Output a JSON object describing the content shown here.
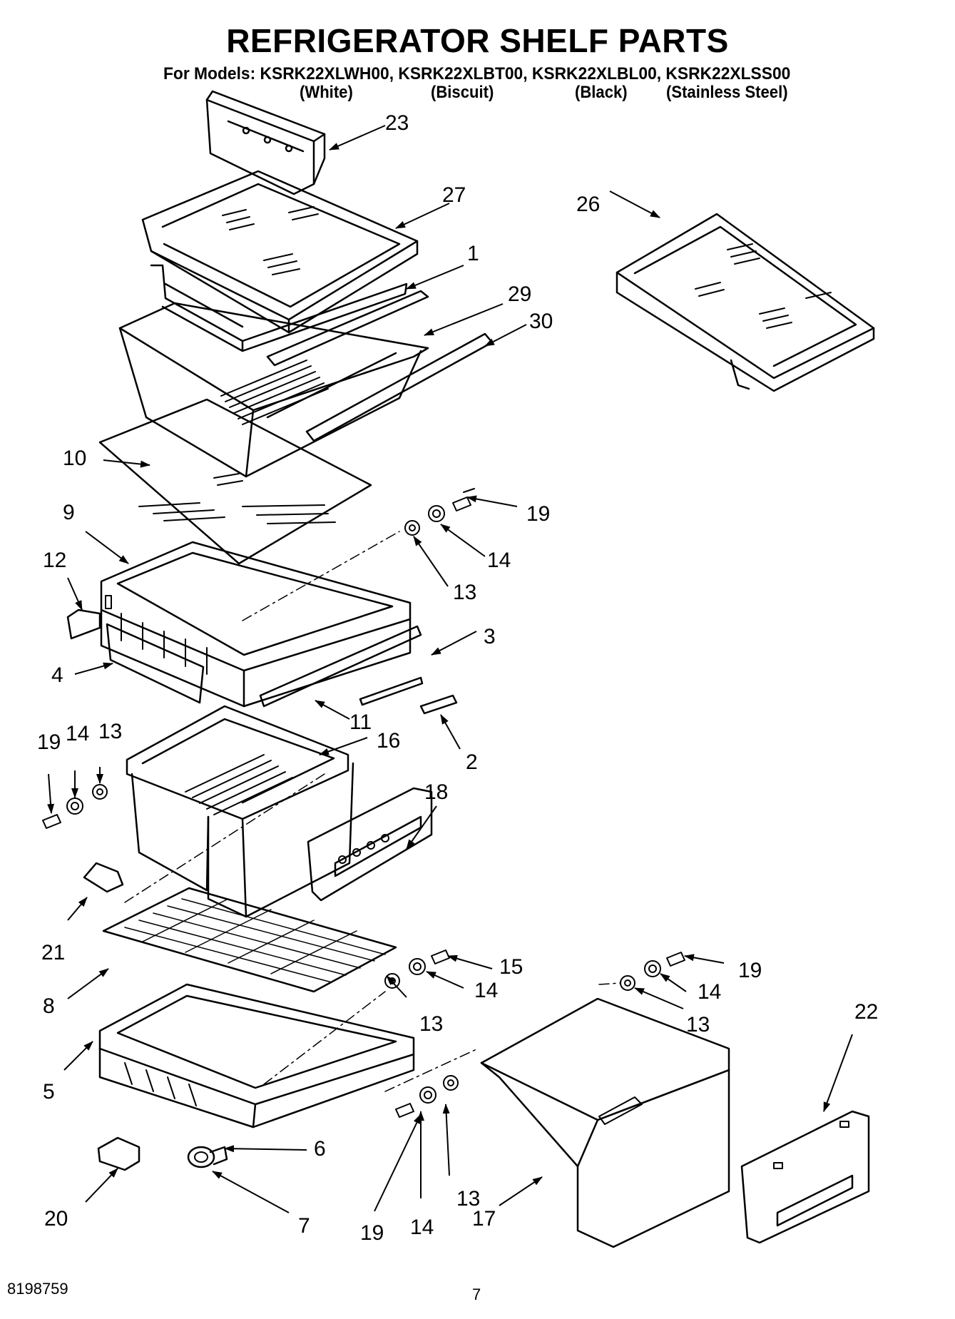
{
  "header": {
    "title": "REFRIGERATOR SHELF PARTS",
    "models_line": "For Models: KSRK22XLWH00, KSRK22XLBT00, KSRK22XLBL00, KSRK22XLSS00",
    "variants": [
      "(White)",
      "(Biscuit)",
      "(Black)",
      "(Stainless Steel)"
    ]
  },
  "callouts": [
    {
      "id": "c23",
      "text": "23"
    },
    {
      "id": "c27",
      "text": "27"
    },
    {
      "id": "c26",
      "text": "26"
    },
    {
      "id": "c1",
      "text": "1"
    },
    {
      "id": "c29",
      "text": "29"
    },
    {
      "id": "c30",
      "text": "30"
    },
    {
      "id": "c10",
      "text": "10"
    },
    {
      "id": "c19a",
      "text": "19"
    },
    {
      "id": "c9",
      "text": "9"
    },
    {
      "id": "c14a",
      "text": "14"
    },
    {
      "id": "c12",
      "text": "12"
    },
    {
      "id": "c13a",
      "text": "13"
    },
    {
      "id": "c3",
      "text": "3"
    },
    {
      "id": "c4",
      "text": "4"
    },
    {
      "id": "c11",
      "text": "11"
    },
    {
      "id": "c2",
      "text": "2"
    },
    {
      "id": "c19b",
      "text": "19"
    },
    {
      "id": "c14b",
      "text": "14"
    },
    {
      "id": "c13b",
      "text": "13"
    },
    {
      "id": "c16",
      "text": "16"
    },
    {
      "id": "c18",
      "text": "18"
    },
    {
      "id": "c21",
      "text": "21"
    },
    {
      "id": "c15",
      "text": "15"
    },
    {
      "id": "c14c",
      "text": "14"
    },
    {
      "id": "c8",
      "text": "8"
    },
    {
      "id": "c13c",
      "text": "13"
    },
    {
      "id": "c19c",
      "text": "19"
    },
    {
      "id": "c14d",
      "text": "14"
    },
    {
      "id": "c13d",
      "text": "13"
    },
    {
      "id": "c22",
      "text": "22"
    },
    {
      "id": "c5",
      "text": "5"
    },
    {
      "id": "c6",
      "text": "6"
    },
    {
      "id": "c19d",
      "text": "19"
    },
    {
      "id": "c14e",
      "text": "14"
    },
    {
      "id": "c13e",
      "text": "13"
    },
    {
      "id": "c7",
      "text": "7"
    },
    {
      "id": "c20",
      "text": "20"
    },
    {
      "id": "c17",
      "text": "17"
    }
  ],
  "footer": {
    "doc_number": "8198759",
    "page_number": "7"
  }
}
